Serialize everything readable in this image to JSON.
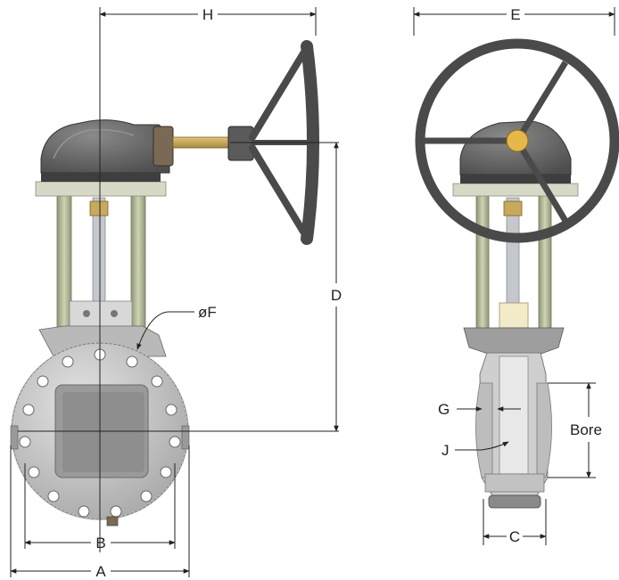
{
  "labels": {
    "h": "H",
    "e": "E",
    "d": "D",
    "phi_f": "øF",
    "b": "B",
    "a": "A",
    "g": "G",
    "j": "J",
    "bore": "Bore",
    "c": "C"
  },
  "colors": {
    "handwheel": "#4a4a4a",
    "actuator_housing": "#6b6b6b",
    "mounting_plate": "#d5d9c6",
    "guide_rod": "#b8c0a0",
    "valve_body": "#c8c8c8",
    "stem": "#c9a95a",
    "dimension_line": "#222222"
  }
}
